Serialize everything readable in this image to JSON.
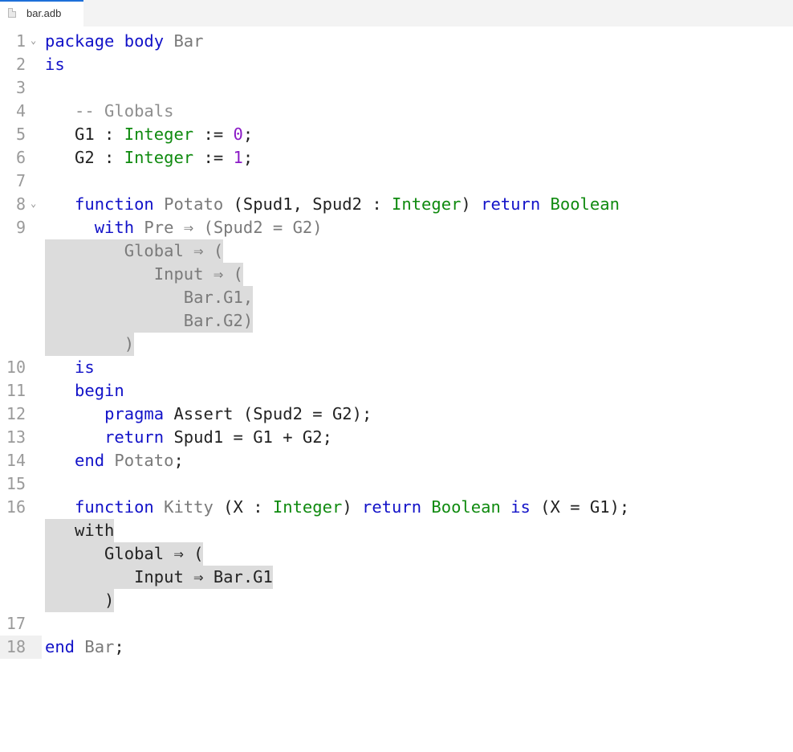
{
  "tab": {
    "filename": "bar.adb"
  },
  "editor": {
    "lines": {
      "l1": {
        "num": "1",
        "kw1": "package body",
        "name": " Bar"
      },
      "l2": {
        "num": "2",
        "kw": "is"
      },
      "l3": {
        "num": "3"
      },
      "l4": {
        "num": "4",
        "comment": "-- Globals"
      },
      "l5": {
        "num": "5",
        "a": "G1 : ",
        "ty": "Integer",
        "b": " := ",
        "n": "0",
        "c": ";"
      },
      "l6": {
        "num": "6",
        "a": "G2 : ",
        "ty": "Integer",
        "b": " := ",
        "n": "1",
        "c": ";"
      },
      "l7": {
        "num": "7"
      },
      "l8": {
        "num": "8",
        "kw1": "function",
        "name": " Potato",
        "a": " (Spud1, Spud2 : ",
        "ty1": "Integer",
        "b": ") ",
        "kw2": "return",
        "sp": " ",
        "ty2": "Boolean"
      },
      "l9": {
        "num": "9",
        "kw": "with",
        "rest": " Pre ⇒ (Spud2 = G2)"
      },
      "v1": {
        "text": "        Global ⇒ ("
      },
      "v2": {
        "text": "           Input ⇒ ("
      },
      "v3": {
        "text": "              Bar.G1,"
      },
      "v4": {
        "text": "              Bar.G2)"
      },
      "v5": {
        "text": "        )"
      },
      "l10": {
        "num": "10",
        "kw": "is"
      },
      "l11": {
        "num": "11",
        "kw": "begin"
      },
      "l12": {
        "num": "12",
        "kw": "pragma",
        "rest": " Assert (Spud2 = G2);"
      },
      "l13": {
        "num": "13",
        "kw": "return",
        "rest": " Spud1 = G1 + G2;"
      },
      "l14": {
        "num": "14",
        "kw": "end",
        "name": " Potato",
        "rest": ";"
      },
      "l15": {
        "num": "15"
      },
      "l16": {
        "num": "16",
        "kw1": "function",
        "name": " Kitty",
        "a": " (X : ",
        "ty1": "Integer",
        "b": ") ",
        "kw2": "return",
        "sp": " ",
        "ty2": "Boolean",
        "sp2": " ",
        "kw3": "is",
        "c": " (X = G1);"
      },
      "w1": {
        "text": "   with"
      },
      "w2": {
        "text": "      Global ⇒ ("
      },
      "w3": {
        "text": "         Input ⇒ Bar.G1"
      },
      "w4": {
        "text": "      )"
      },
      "l17": {
        "num": "17"
      },
      "l18": {
        "num": "18",
        "kw": "end",
        "name": " Bar",
        "rest": ";"
      }
    }
  }
}
